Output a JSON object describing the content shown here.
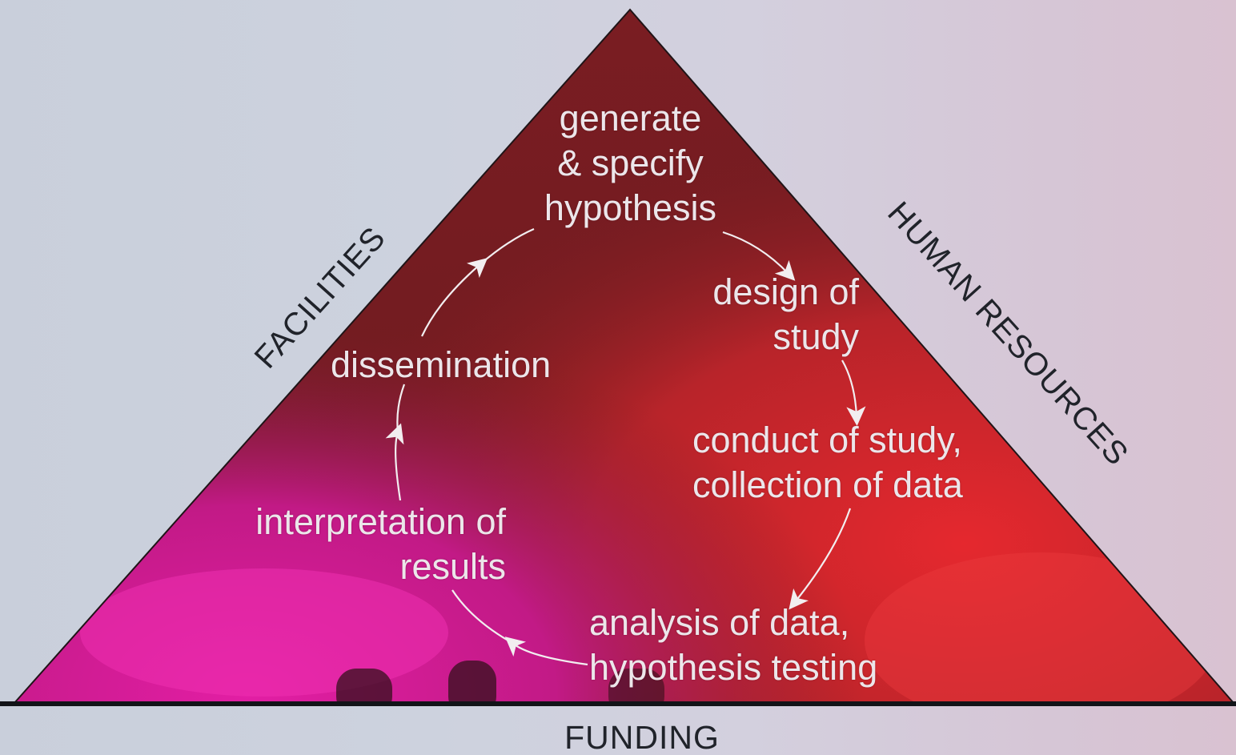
{
  "diagram": {
    "sides": {
      "left": "FACILITIES",
      "right": "HUMAN RESOURCES",
      "base": "FUNDING"
    },
    "cycle": {
      "generate": "generate\n& specify\nhypothesis",
      "design": "design of\nstudy",
      "conduct": "conduct of study,\ncollection of data",
      "analysis": "analysis of data,\nhypothesis testing",
      "interpretation": "interpretation of\nresults",
      "dissemination": "dissemination"
    },
    "colors": {
      "triangle_dark": "#7a1d22",
      "triangle_red": "#d8262d",
      "triangle_pink": "#d9179a",
      "label_text": "#ece6ea",
      "side_text": "#20232a"
    }
  }
}
